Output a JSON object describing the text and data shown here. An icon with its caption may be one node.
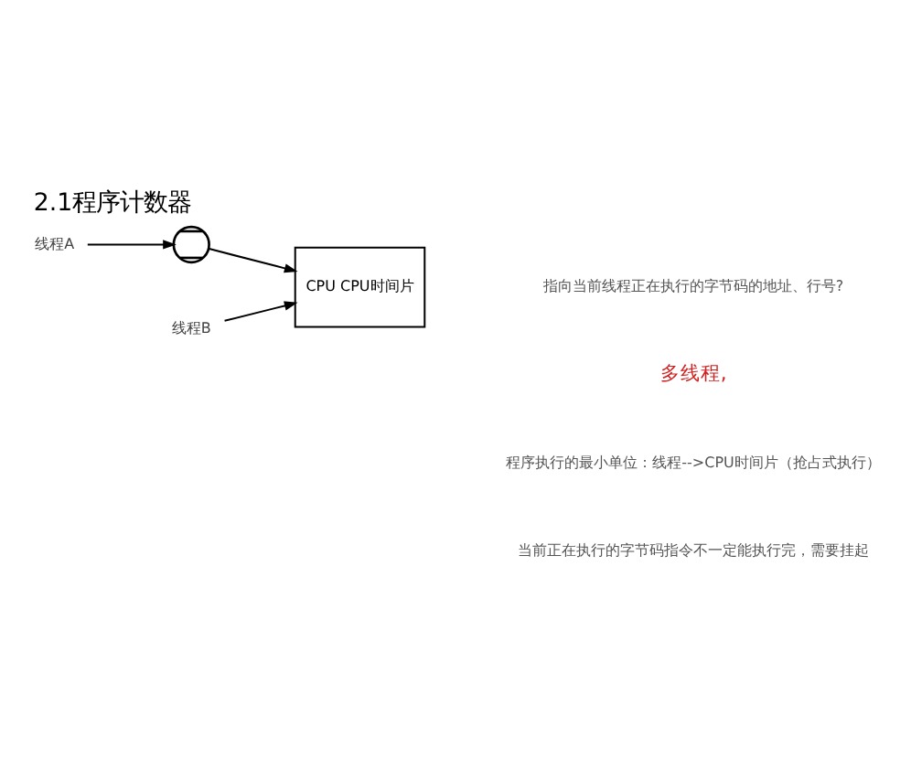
{
  "diagram": {
    "title": "2.1程序计数器",
    "nodes": [
      {
        "text": [
          "线程A"
        ]
      },
      {
        "text": [],
        "shape": "cross"
      },
      {
        "text": [
          "线程B"
        ]
      },
      {
        "text": [
          "CPU CPU时间片"
        ]
      }
    ],
    "edges": [
      {
        "from": 0,
        "to": 1,
        "arrow": "to"
      },
      {
        "from": 1,
        "to": 3,
        "arrow": "to"
      },
      {
        "from": 2,
        "to": 3,
        "arrow": "to"
      }
    ],
    "labels": [
      "指向当前线程正在执行的字节码的地址、行号?",
      "多线程,",
      "程序执行的最小单位：线程-->CPU时间片（抢占式执行）",
      "当前正在执行的字节码指令不一定能执行完，需要挂起"
    ]
  }
}
